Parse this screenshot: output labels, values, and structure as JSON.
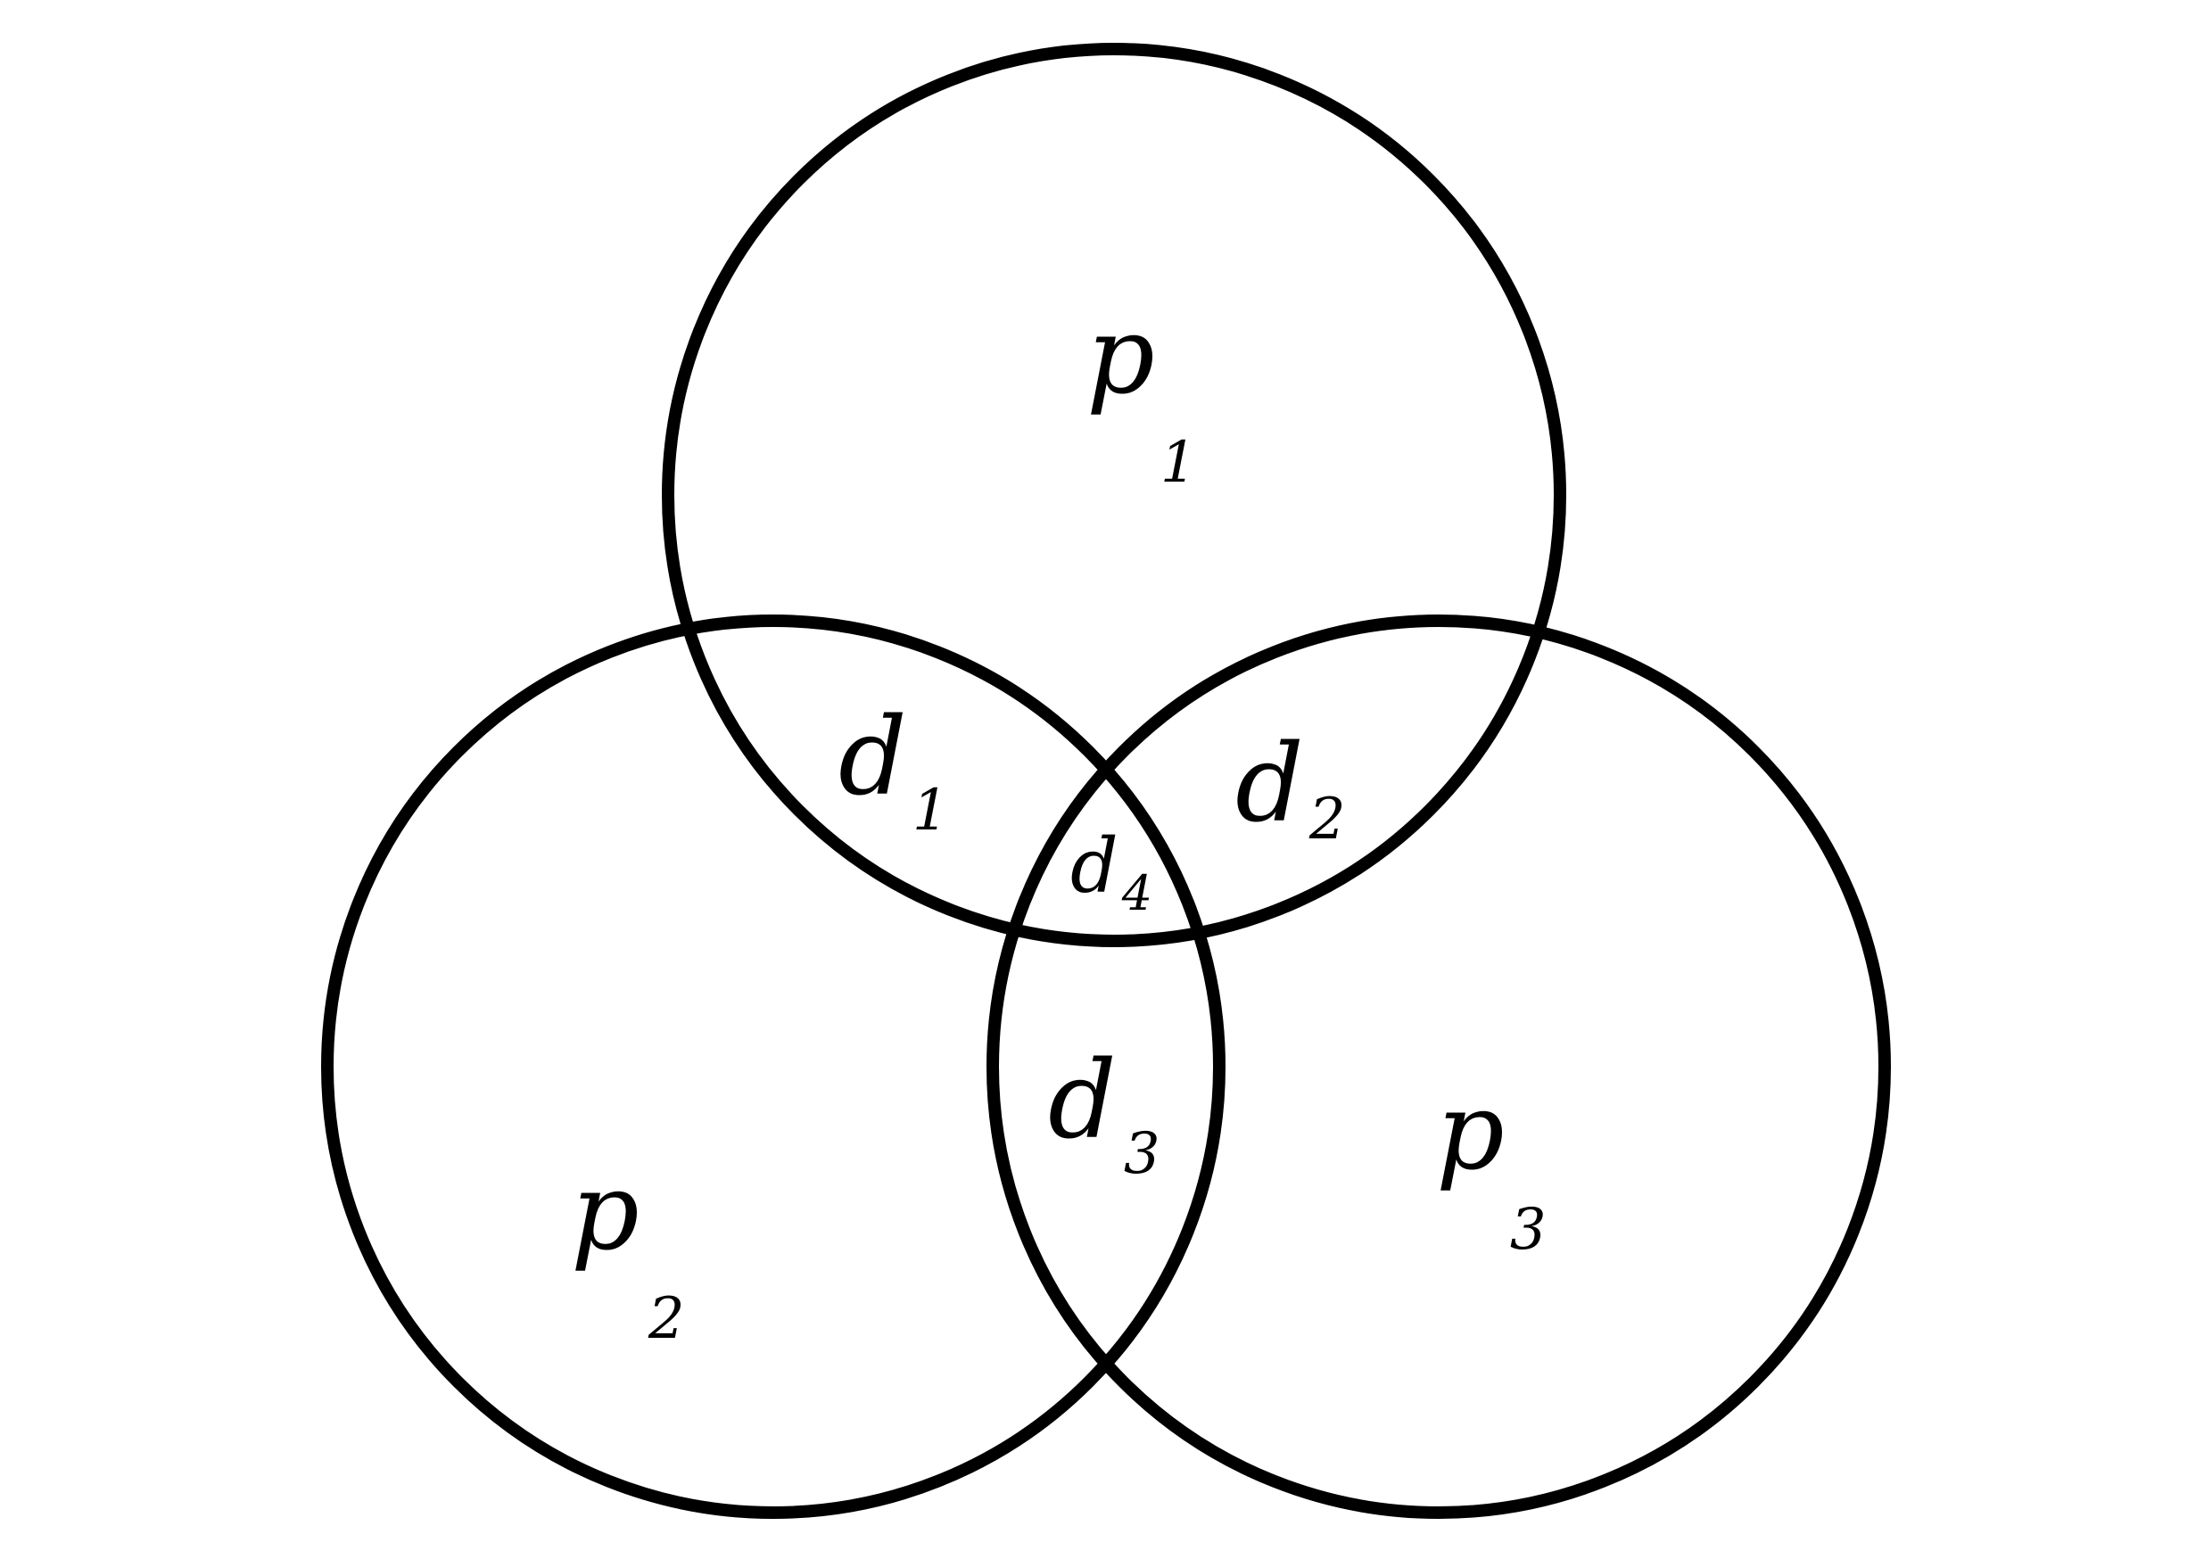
{
  "diagram": {
    "type": "venn",
    "line_color": "#000000",
    "background": "#ffffff",
    "circles": [
      {
        "label": {
          "base": "p",
          "sub": "1"
        }
      },
      {
        "label": {
          "base": "p",
          "sub": "2"
        }
      },
      {
        "label": {
          "base": "p",
          "sub": "3"
        }
      }
    ],
    "overlaps": [
      {
        "label": {
          "base": "d",
          "sub": "1"
        }
      },
      {
        "label": {
          "base": "d",
          "sub": "2"
        }
      },
      {
        "label": {
          "base": "d",
          "sub": "3"
        }
      },
      {
        "label": {
          "base": "d",
          "sub": "4"
        }
      }
    ]
  }
}
